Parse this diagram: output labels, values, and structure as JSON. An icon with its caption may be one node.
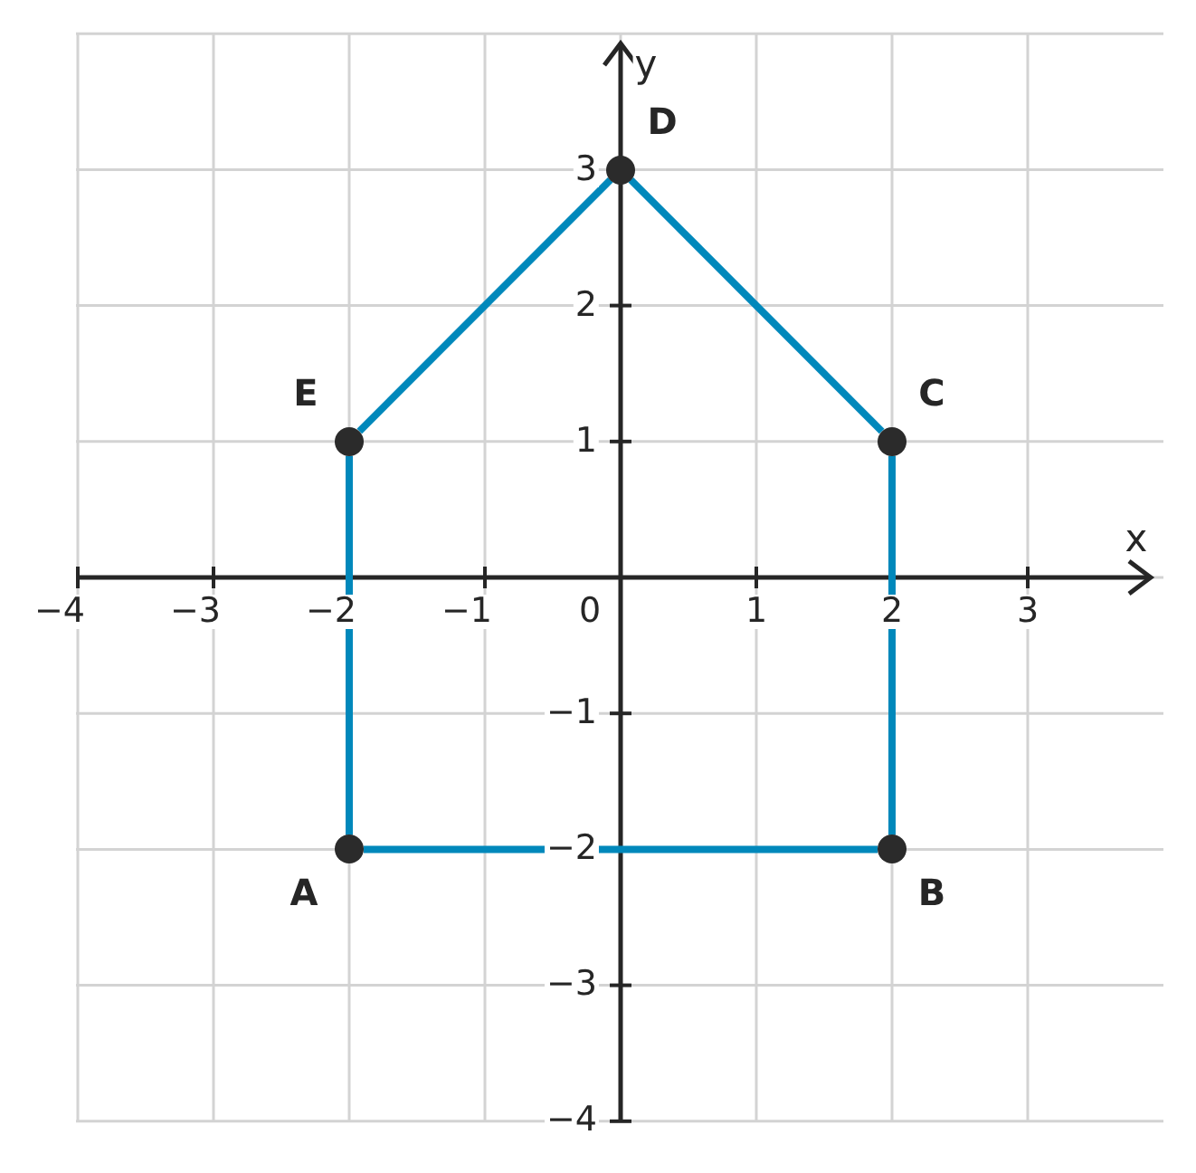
{
  "diagram": {
    "nodes": [
      {
        "text": [],
        "shape": "circle",
        "beside": [
          "D"
        ]
      },
      {
        "text": [],
        "shape": "circle",
        "beside": [
          "E"
        ]
      },
      {
        "text": [],
        "shape": "circle",
        "beside": [
          "C"
        ]
      },
      {
        "text": [],
        "shape": "circle",
        "beside": [
          "A"
        ]
      },
      {
        "text": [],
        "shape": "circle",
        "beside": [
          "B"
        ]
      }
    ],
    "edges": [
      {
        "from": 3,
        "to": 4,
        "arrow": "none"
      },
      {
        "from": 4,
        "to": 2,
        "arrow": "none"
      },
      {
        "from": 2,
        "to": 0,
        "arrow": "none"
      },
      {
        "from": 0,
        "to": 1,
        "arrow": "none"
      },
      {
        "from": 1,
        "to": 3,
        "arrow": "none"
      }
    ],
    "labels": [
      "y",
      "3",
      "2",
      "1",
      "x",
      "−4",
      "−3",
      "−2",
      "−1",
      "0",
      "1",
      "2",
      "3",
      "−1",
      "−2",
      "−3",
      "−4"
    ]
  }
}
